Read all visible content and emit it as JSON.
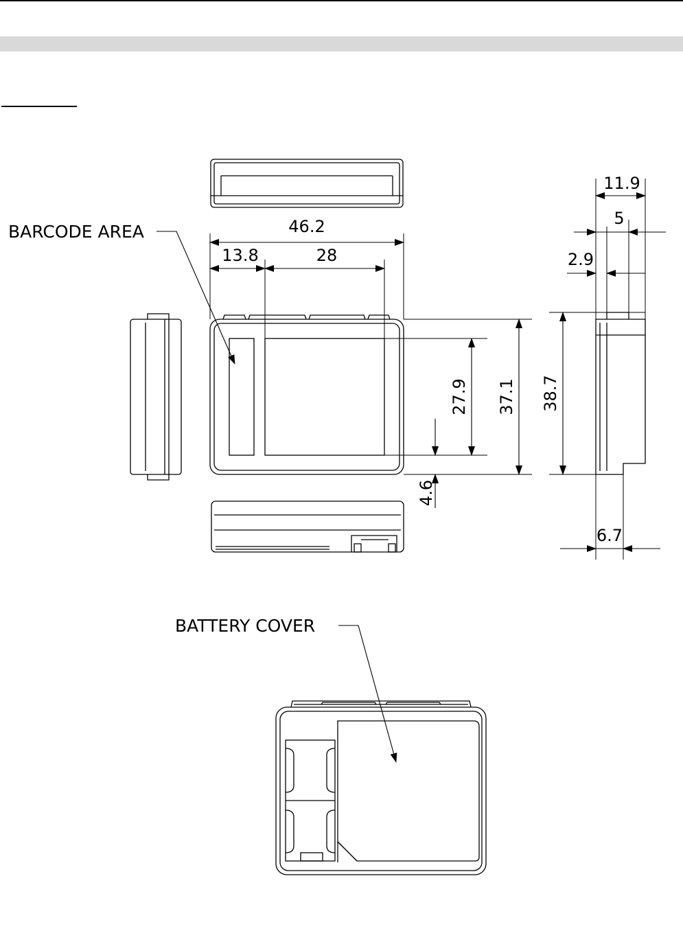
{
  "labels": {
    "barcode_area": "BARCODE AREA",
    "battery_cover": "BATTERY COVER"
  },
  "dimensions": {
    "width_overall": "46.2",
    "offset_left": "13.8",
    "width_inner": "28",
    "height_inner": "27.9",
    "height_body": "37.1",
    "height_side": "38.7",
    "offset_bottom": "4.6",
    "depth_overall": "11.9",
    "depth_step": "5",
    "depth_small": "2.9",
    "depth_bottom": "6.7"
  },
  "colors": {
    "line": "#000000",
    "header_bar": "#d9d9d9"
  }
}
